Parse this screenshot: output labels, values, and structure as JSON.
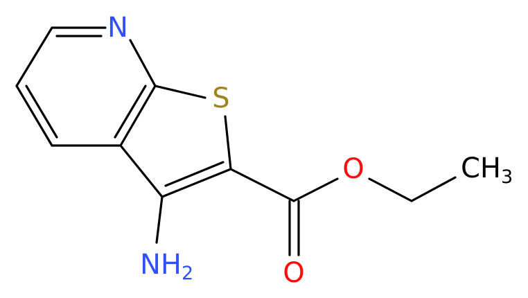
{
  "colors": {
    "bond": "#000000",
    "nitrogen": "#3050F8",
    "sulfur": "#9C8420",
    "oxygen": "#FF0D0D",
    "carbon": "#000000",
    "background": "#ffffff"
  },
  "atoms": {
    "pyridine_n": {
      "symbol": "N"
    },
    "thiophene_s": {
      "symbol": "S"
    },
    "amine": {
      "symbol": "NH",
      "subscript": "2"
    },
    "ester_o": {
      "symbol": "O"
    },
    "carbonyl_o": {
      "symbol": "O"
    },
    "methyl": {
      "symbol": "CH",
      "subscript": "3"
    }
  }
}
